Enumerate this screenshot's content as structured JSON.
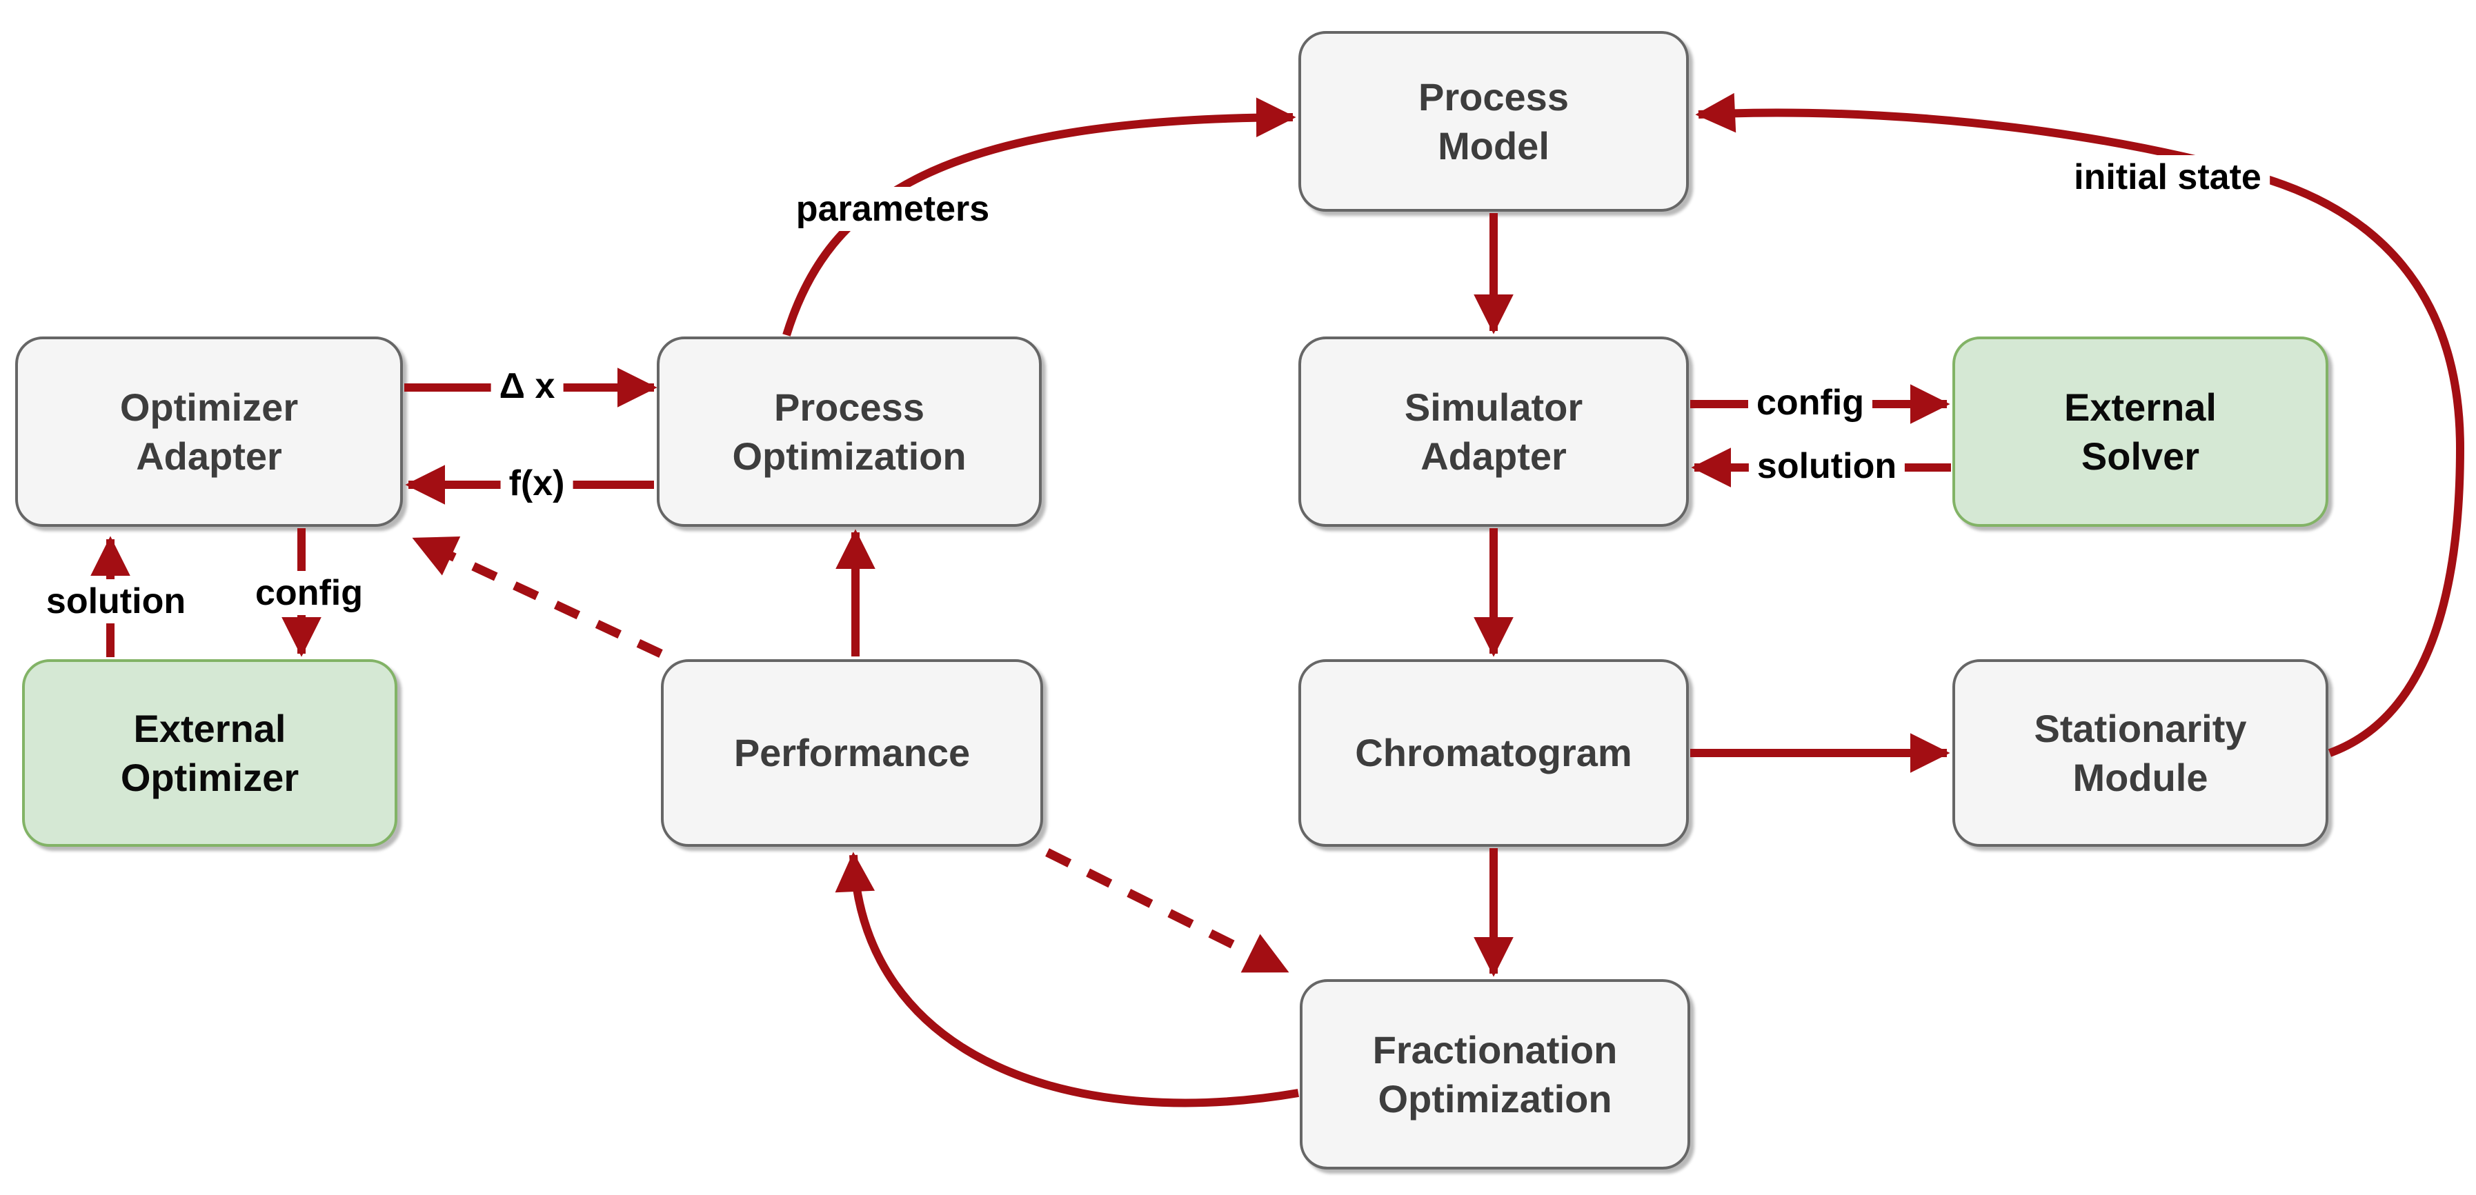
{
  "diagram": {
    "nodes": {
      "process_model": {
        "label": "Process\nModel"
      },
      "optimizer_adapter": {
        "label": "Optimizer\nAdapter"
      },
      "process_optimization": {
        "label": "Process\nOptimization"
      },
      "simulator_adapter": {
        "label": "Simulator\nAdapter"
      },
      "external_solver": {
        "label": "External\nSolver"
      },
      "external_optimizer": {
        "label": "External\nOptimizer"
      },
      "performance": {
        "label": "Performance"
      },
      "chromatogram": {
        "label": "Chromatogram"
      },
      "stationarity_module": {
        "label": "Stationarity\nModule"
      },
      "fractionation_optimization": {
        "label": "Fractionation\nOptimization"
      }
    },
    "edge_labels": {
      "delta_x": "Δ x",
      "f_x": "f(x)",
      "solution_left": "solution",
      "config_left": "config",
      "parameters": "parameters",
      "config_right": "config",
      "solution_right": "solution",
      "initial_state": "initial state"
    },
    "colors": {
      "arrow": "#A30E13",
      "box_fill": "#F5F5F5",
      "box_border": "#666666",
      "box_text": "#3D3D3D",
      "green_fill": "#D5E8D4",
      "green_border": "#82B366",
      "green_text": "#0A0A0A",
      "label_text": "#000000",
      "background": "#FFFFFF"
    }
  }
}
